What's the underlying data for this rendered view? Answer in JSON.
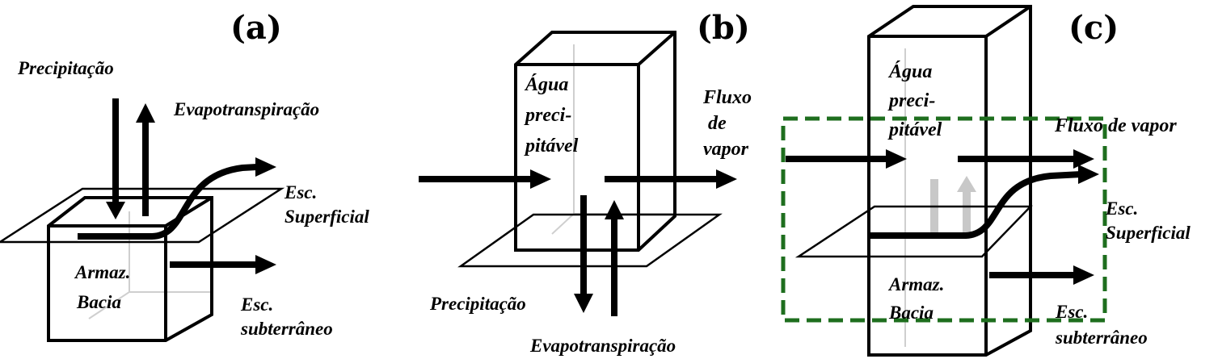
{
  "panels": {
    "a": {
      "title": "(a)",
      "precipitation": "Precipitação",
      "evapotranspiration": "Evapotranspiração",
      "surface_runoff_1": "Esc.",
      "surface_runoff_2": "Superficial",
      "storage_1": "Armaz.",
      "storage_2": "Bacia",
      "subsurface_1": "Esc.",
      "subsurface_2": "subterrâneo"
    },
    "b": {
      "title": "(b)",
      "water_1": "Água",
      "water_2": "preci-",
      "water_3": "pitável",
      "vapor_flux_1": "Fluxo",
      "vapor_flux_2": "de",
      "vapor_flux_3": "vapor",
      "precipitation": "Precipitação",
      "evapotranspiration": "Evapotranspiração"
    },
    "c": {
      "title": "(c)",
      "water_1": "Água",
      "water_2": "preci-",
      "water_3": "pitável",
      "vapor_flux": "Fluxo de vapor",
      "surface_runoff_1": "Esc.",
      "surface_runoff_2": "Superficial",
      "storage_1": "Armaz.",
      "storage_2": "Bacia",
      "subsurface_1": "Esc.",
      "subsurface_2": "subterrâneo"
    }
  },
  "colors": {
    "line": "#000000",
    "control_volume_dash": "#1e6e1e",
    "ghost_arrows": "#c8c8c8"
  }
}
